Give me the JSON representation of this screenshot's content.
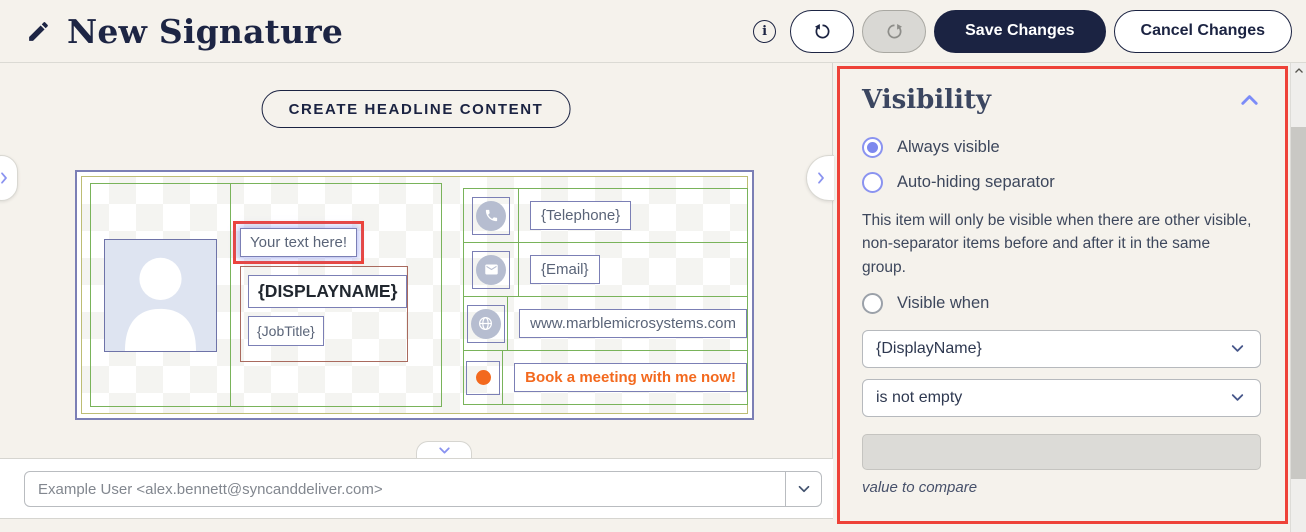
{
  "header": {
    "title": "New Signature",
    "save_button": "Save Changes",
    "cancel_button": "Cancel Changes"
  },
  "canvas": {
    "create_headline_button": "CREATE HEADLINE CONTENT",
    "signature_preview": {
      "text_item": "Your text here!",
      "display_name": "{DISPLAYNAME}",
      "job_title": "{JobTitle}",
      "contacts": [
        {
          "icon": "phone-icon",
          "text": "{Telephone}"
        },
        {
          "icon": "email-icon",
          "text": "{Email}"
        },
        {
          "icon": "globe-icon",
          "text": "www.marblemicrosystems.com"
        },
        {
          "icon": "orange-dot-icon",
          "text": "Book a meeting with me now!"
        }
      ]
    },
    "preview_user_selector": {
      "value": "Example User <alex.bennett@syncanddeliver.com>"
    }
  },
  "visibility_panel": {
    "title": "Visibility",
    "options": [
      {
        "label": "Always visible",
        "selected": true
      },
      {
        "label": "Auto-hiding separator",
        "selected": false
      },
      {
        "label": "Visible when",
        "selected": false
      }
    ],
    "description": "This item will only be visible when there are other visible, non-separator items before and after it in the same group.",
    "field_dropdown": {
      "value": "{DisplayName}"
    },
    "operator_dropdown": {
      "value": "is not empty"
    },
    "compare_input": {
      "value": "",
      "hint": "value to compare"
    }
  },
  "colors": {
    "selection_red": "#ee4238",
    "navy": "#1b2342",
    "periwinkle": "#8a93f0",
    "orange": "#f3691e",
    "green_border": "#79b35a",
    "olive_border": "#bdbd74",
    "purple_border": "#7b7fb5",
    "maroon_border": "#a96a5e",
    "background": "#f5f2ec"
  }
}
